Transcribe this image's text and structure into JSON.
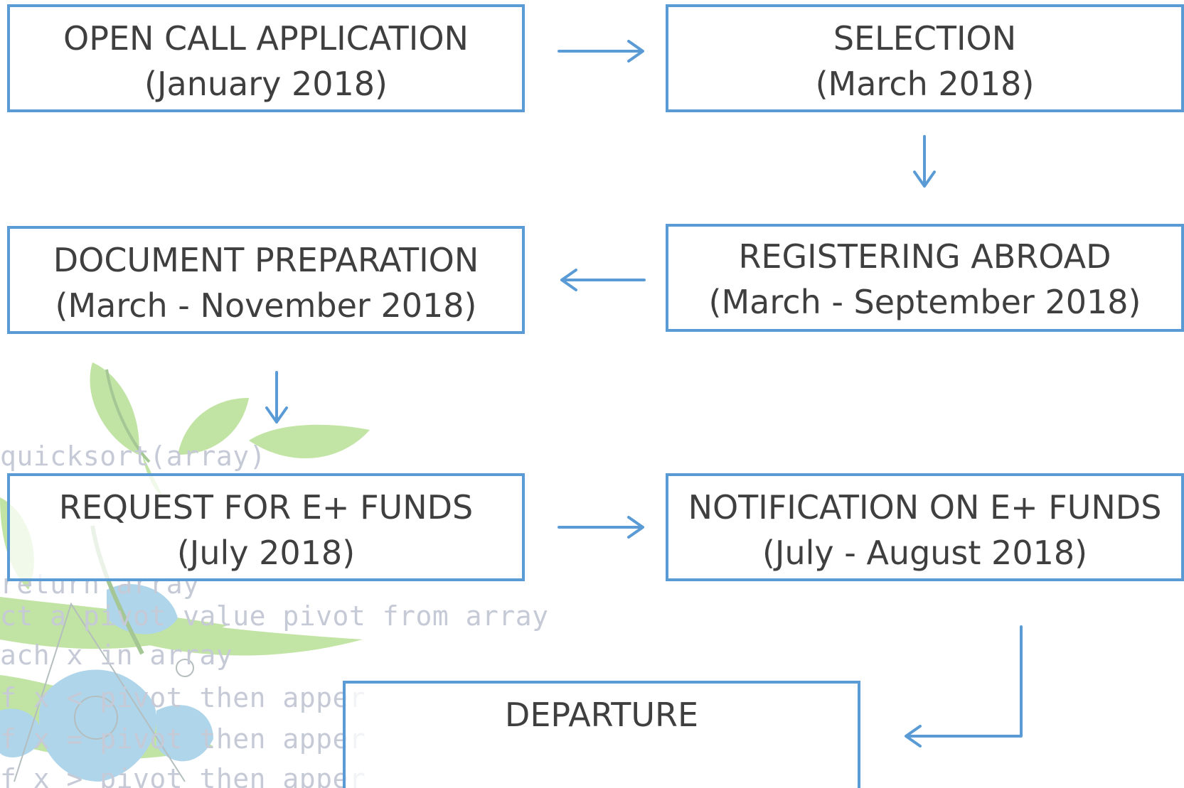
{
  "colors": {
    "accent": "#5b9bd5",
    "text": "#3f3f3f",
    "leaf_green": "#8fcd5a",
    "leaf_blue": "#6fb4dc"
  },
  "steps": [
    {
      "title": "OPEN CALL APPLICATION",
      "date": "(January 2018)"
    },
    {
      "title": "SELECTION",
      "date": "(March 2018)"
    },
    {
      "title": "REGISTERING ABROAD",
      "date": "(March - September 2018)"
    },
    {
      "title": "DOCUMENT PREPARATION",
      "date": "(March - November 2018)"
    },
    {
      "title": "REQUEST FOR E+ FUNDS",
      "date": "(July 2018)"
    },
    {
      "title": "NOTIFICATION ON E+ FUNDS",
      "date": "(July - August 2018)"
    },
    {
      "title": "DEPARTURE"
    }
  ],
  "background_code": [
    "quicksort(array)",
    "return array",
    "ct a pivot value pivot from array",
    "ach x in array",
    "f x < pivot then apper",
    "f x = pivot then apper",
    "f x > pivot then apper"
  ]
}
